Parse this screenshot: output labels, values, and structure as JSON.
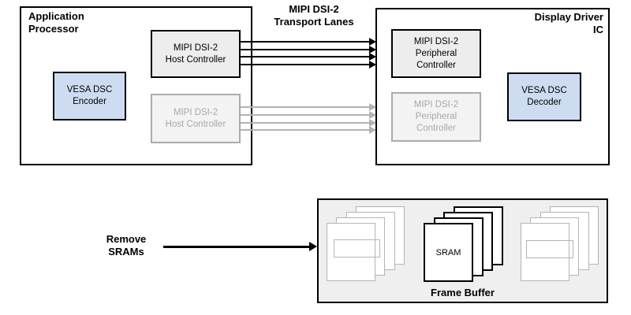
{
  "top_diagram": {
    "application_processor": {
      "title": "Application\nProcessor"
    },
    "host_controller": {
      "label": "MIPI DSI-2\nHost Controller"
    },
    "host_controller_inactive": {
      "label": "MIPI DSI-2\nHost Controller"
    },
    "vesa_dsc_encoder": {
      "label": "VESA DSC\nEncoder"
    },
    "transport_lanes_title": "MIPI DSI-2\nTransport Lanes",
    "display_driver_ic": {
      "title": "Display Driver\nIC"
    },
    "peripheral_controller": {
      "label": "MIPI DSI-2\nPeripheral\nController"
    },
    "peripheral_controller_inactive": {
      "label": "MIPI DSI-2\nPeripheral\nController"
    },
    "vesa_dsc_decoder": {
      "label": "VESA DSC\nDecoder"
    },
    "active_lane_count": 4,
    "inactive_lane_count": 4
  },
  "bottom_diagram": {
    "remove_srams_label": "Remove\nSRAMs",
    "frame_buffer": {
      "title": "Frame Buffer",
      "sram_label": "SRAM",
      "stack_count": 3,
      "pages_per_stack": 4
    }
  },
  "colors": {
    "accent_blue_fill": "#cddcf1",
    "active_block_fill": "#ededed",
    "inactive_block_fill": "#f3f3f3",
    "inactive_stroke": "#ababab",
    "inactive_text": "#a9a9a9",
    "lane_black": "#000000",
    "lane_gray": "#b3b3b3",
    "frame_buffer_fill": "#efefef",
    "page_gray_stroke": "#b4b4b4"
  }
}
